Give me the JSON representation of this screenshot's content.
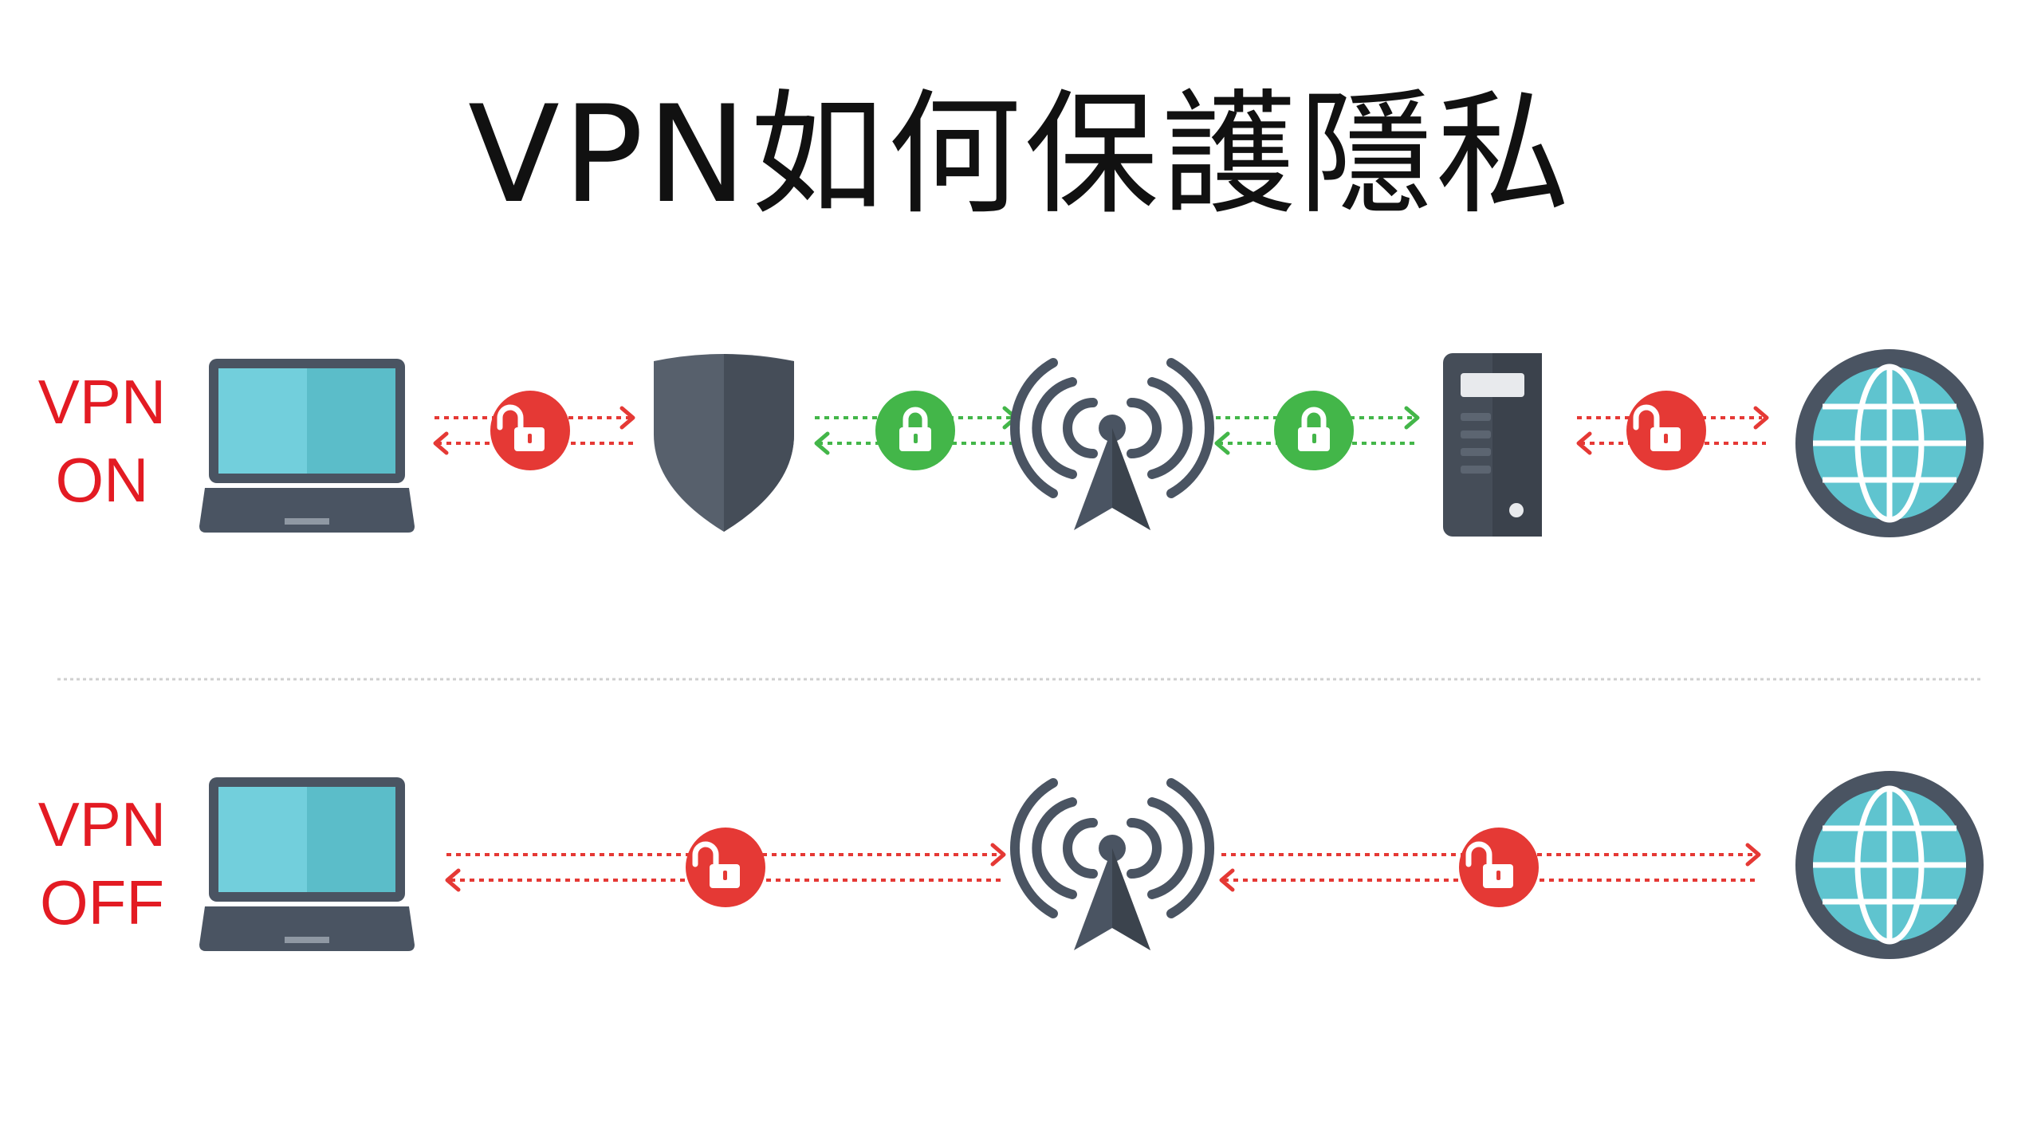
{
  "title": "VPN如何保護隱私",
  "rows": {
    "on": {
      "line1": "VPN",
      "line2": "ON"
    },
    "off": {
      "line1": "VPN",
      "line2": "OFF"
    }
  },
  "icons": {
    "device": "laptop-icon",
    "vpn": "shield-icon",
    "isp": "antenna-tower-icon",
    "server": "server-icon",
    "internet": "globe-icon",
    "lock_secure": "lock-closed-icon",
    "lock_insecure": "lock-open-icon"
  },
  "colors": {
    "insecure": "#e53935",
    "secure": "#43b649",
    "device_dark": "#4a5462",
    "screen": "#6ccbd8",
    "label": "#e31b23",
    "separator": "#cfcfcf"
  }
}
